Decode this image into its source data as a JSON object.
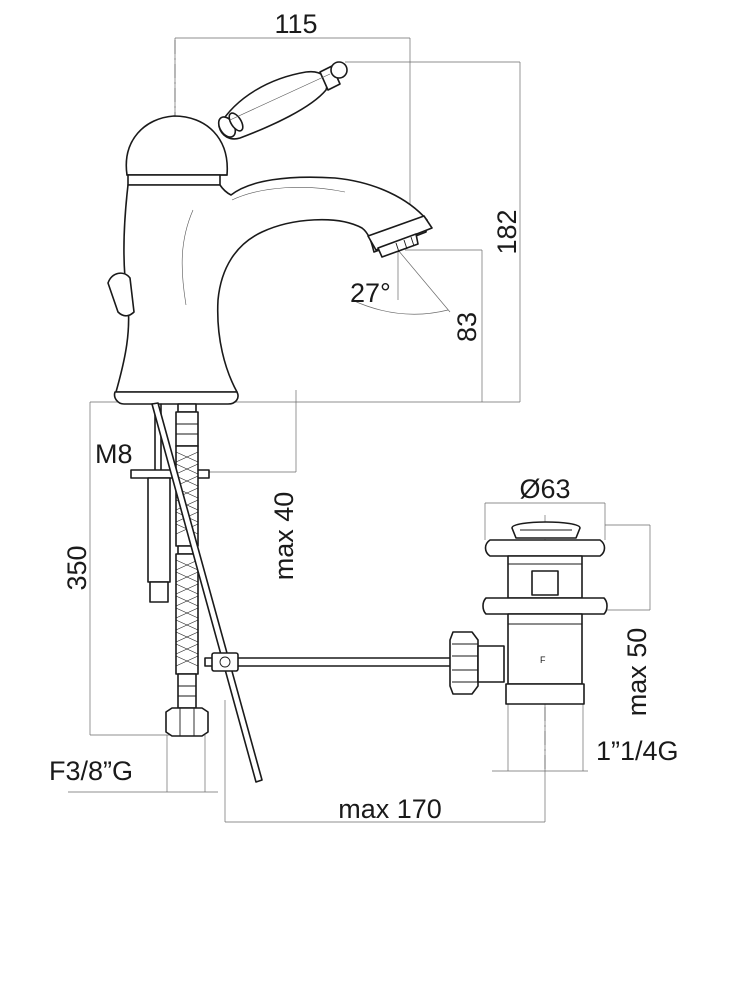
{
  "dimensions": {
    "overall_width": "115",
    "overall_height": "182",
    "spout_height": "83",
    "spout_angle": "27°",
    "mount_thread": "M8",
    "hose_length": "350",
    "deck_thickness": "max 40",
    "hose_connection": "F3/8”G",
    "waste_diameter": "Ø63",
    "waste_depth": "max 50",
    "waste_thread": "1”1/4G",
    "rod_reach": "max 170"
  }
}
